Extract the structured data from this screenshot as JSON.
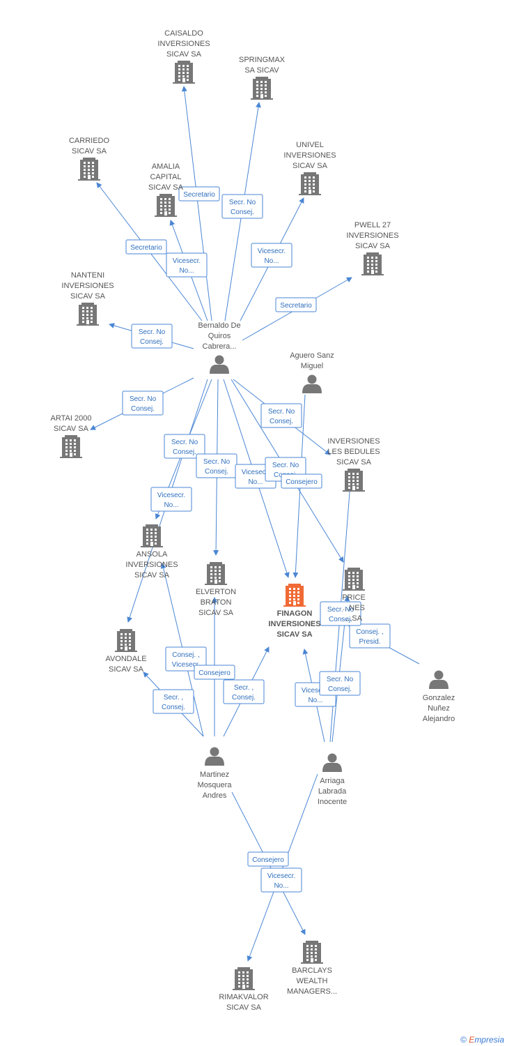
{
  "colors": {
    "edge": "#4a86d4",
    "node": "#777777",
    "focus": "#f06a35",
    "text": "#555555"
  },
  "footer": {
    "copyright": "©",
    "brand_first": "E",
    "brand_rest": "mpresia"
  },
  "nodes": [
    {
      "id": "caisaldo",
      "type": "company",
      "label": [
        "CAISALDO",
        "INVERSIONES",
        "SICAV SA"
      ]
    },
    {
      "id": "springmax",
      "type": "company",
      "label": [
        "SPRINGMAX",
        "SA SICAV"
      ]
    },
    {
      "id": "carriedo",
      "type": "company",
      "label": [
        "CARRIEDO",
        "SICAV SA"
      ]
    },
    {
      "id": "amalia",
      "type": "company",
      "label": [
        "AMALIA",
        "CAPITAL",
        "SICAV SA"
      ]
    },
    {
      "id": "univel",
      "type": "company",
      "label": [
        "UNIVEL",
        "INVERSIONES",
        "SICAV SA"
      ]
    },
    {
      "id": "pwell",
      "type": "company",
      "label": [
        "PWELL 27",
        "INVERSIONES",
        "SICAV SA"
      ]
    },
    {
      "id": "nanteni",
      "type": "company",
      "label": [
        "NANTENI",
        "INVERSIONES",
        "SICAV SA"
      ]
    },
    {
      "id": "bernaldo",
      "type": "person",
      "label": [
        "Bernaldo De",
        "Quiros",
        "Cabrera..."
      ]
    },
    {
      "id": "aguero",
      "type": "person",
      "label": [
        "Aguero Sanz",
        "Miguel"
      ]
    },
    {
      "id": "artai",
      "type": "company",
      "label": [
        "ARTAI 2000",
        "SICAV SA"
      ]
    },
    {
      "id": "bedules",
      "type": "company",
      "label": [
        "INVERSIONES",
        "LES BEDULES",
        "SICAV SA"
      ]
    },
    {
      "id": "ansola",
      "type": "company",
      "label": [
        "ANSOLA",
        "INVERSIONES",
        "SICAV SA"
      ]
    },
    {
      "id": "elverton",
      "type": "company",
      "label": [
        "ELVERTON",
        "BRATON",
        "SICAV SA"
      ]
    },
    {
      "id": "finagon",
      "type": "focus",
      "label": [
        "FINAGON",
        "INVERSIONES",
        "SICAV SA"
      ]
    },
    {
      "id": "price",
      "type": "company",
      "label": [
        "PRICE",
        "...NES",
        "...SA"
      ]
    },
    {
      "id": "avondale",
      "type": "company",
      "label": [
        "AVONDALE",
        "SICAV SA"
      ]
    },
    {
      "id": "gonzalez",
      "type": "person",
      "label": [
        "Gonzalez",
        "Nuñez",
        "Alejandro"
      ]
    },
    {
      "id": "martinez",
      "type": "person",
      "label": [
        "Martinez",
        "Mosquera",
        "Andres"
      ]
    },
    {
      "id": "arriaga",
      "type": "person",
      "label": [
        "Arriaga",
        "Labrada",
        "Inocente"
      ]
    },
    {
      "id": "rimakvalor",
      "type": "company",
      "label": [
        "RIMAKVALOR",
        "SICAV SA"
      ]
    },
    {
      "id": "barclays",
      "type": "company",
      "label": [
        "BARCLAYS",
        "WEALTH",
        "MANAGERS..."
      ]
    }
  ],
  "edges": [
    {
      "from": "bernaldo",
      "to": "caisaldo",
      "label": [
        "Secretario"
      ]
    },
    {
      "from": "bernaldo",
      "to": "springmax",
      "label": [
        "Secr.  No",
        "Consej."
      ]
    },
    {
      "from": "bernaldo",
      "to": "carriedo",
      "label": [
        "Secretario"
      ]
    },
    {
      "from": "bernaldo",
      "to": "amalia",
      "label": [
        "Vicesecr.",
        "No..."
      ]
    },
    {
      "from": "bernaldo",
      "to": "univel",
      "label": [
        "Vicesecr.",
        "No..."
      ]
    },
    {
      "from": "bernaldo",
      "to": "pwell",
      "label": [
        "Secretario"
      ]
    },
    {
      "from": "bernaldo",
      "to": "nanteni",
      "label": [
        "Secr.  No",
        "Consej."
      ]
    },
    {
      "from": "bernaldo",
      "to": "artai",
      "label": [
        "Secr.  No",
        "Consej."
      ]
    },
    {
      "from": "bernaldo",
      "to": "bedules",
      "label": [
        "Secr.  No",
        "Consej."
      ]
    },
    {
      "from": "bernaldo",
      "to": "ansola",
      "label": [
        "Vicesecr.",
        "No..."
      ]
    },
    {
      "from": "bernaldo",
      "to": "avondale",
      "label": [
        "Secr.  No",
        "Consej."
      ]
    },
    {
      "from": "bernaldo",
      "to": "elverton",
      "label": [
        "Secr.  No",
        "Consej."
      ]
    },
    {
      "from": "bernaldo",
      "to": "finagon",
      "label": [
        "Vicesecr.",
        "No..."
      ]
    },
    {
      "from": "bernaldo",
      "to": "price",
      "label": [
        "Secr.  No",
        "Consej."
      ]
    },
    {
      "from": "aguero",
      "to": "finagon",
      "label": [
        "Consejero"
      ]
    },
    {
      "from": "gonzalez",
      "to": "finagon",
      "label": [
        "Consej. ,",
        "Presid."
      ]
    },
    {
      "from": "arriaga",
      "to": "finagon",
      "label": [
        "Vicesecr.",
        "No..."
      ]
    },
    {
      "from": "arriaga",
      "to": "bedules",
      "label": [
        "Secr.  No",
        "Consej."
      ]
    },
    {
      "from": "arriaga",
      "to": "price",
      "label": [
        "Secr.  No",
        "Consej."
      ]
    },
    {
      "from": "arriaga",
      "to": "rimakvalor",
      "label": [
        "Vicesecr.",
        "No..."
      ]
    },
    {
      "from": "martinez",
      "to": "ansola",
      "label": [
        "Consej. ,",
        "Vicesecr."
      ]
    },
    {
      "from": "martinez",
      "to": "avondale",
      "label": [
        "Secr. ,",
        "Consej."
      ]
    },
    {
      "from": "martinez",
      "to": "elverton",
      "label": [
        "Consejero"
      ]
    },
    {
      "from": "martinez",
      "to": "finagon",
      "label": [
        "Secr. ,",
        "Consej."
      ]
    },
    {
      "from": "martinez",
      "to": "barclays",
      "label": [
        "Consejero"
      ]
    }
  ]
}
